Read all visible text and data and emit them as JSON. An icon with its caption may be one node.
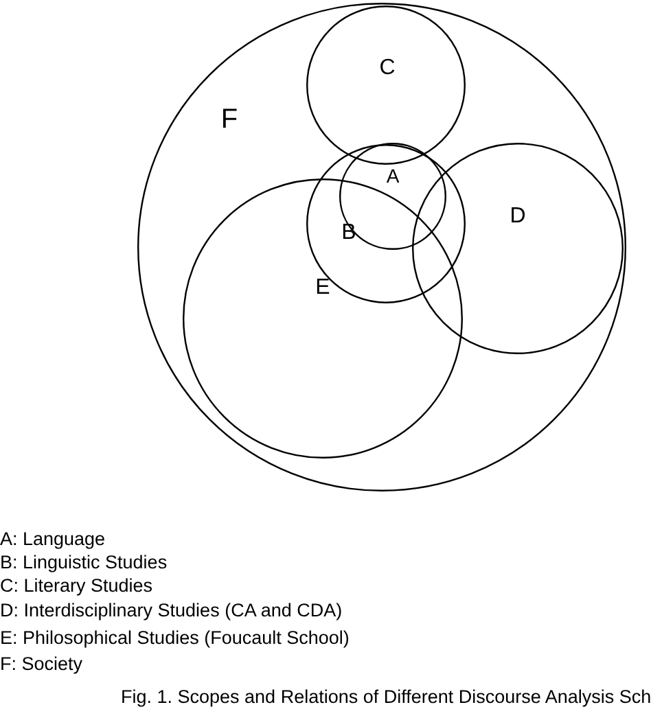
{
  "diagram": {
    "caption": "Fig. 1. Scopes and Relations of Different Discourse Analysis Sch",
    "nodes": [
      {
        "text": [
          "F"
        ]
      },
      {
        "text": [
          "C"
        ],
        "in": 0
      },
      {
        "text": [
          "A"
        ],
        "in": 4
      },
      {
        "text": [
          "D"
        ],
        "in": 0
      },
      {
        "text": [
          "B"
        ],
        "in": 0
      },
      {
        "text": [
          "E"
        ],
        "in": 0
      }
    ],
    "labels": [
      "A: Language",
      "B: Linguistic Studies",
      "C: Literary Studies",
      "D: Interdisciplinary Studies (CA and CDA)",
      "E: Philosophical Studies (Foucault School)",
      "F: Society"
    ]
  }
}
